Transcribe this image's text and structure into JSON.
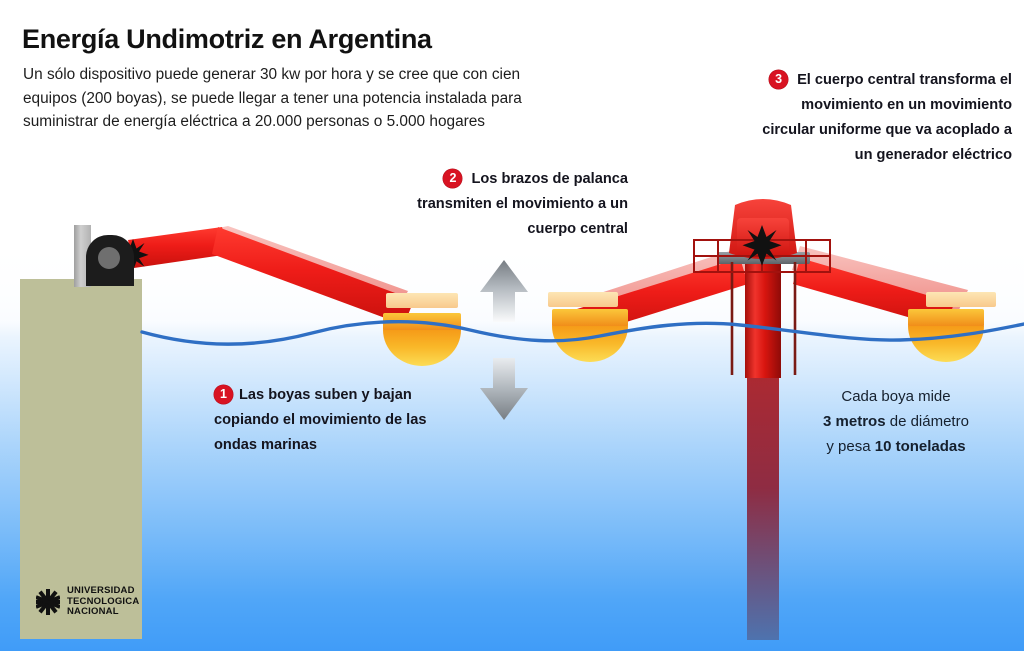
{
  "header": {
    "title": "Energía Undimotriz en Argentina",
    "subtitle": "Un sólo dispositivo puede generar 30 kw por hora y se cree que con cien equipos (200 boyas), se puede llegar a tener una potencia instalada para suministrar de energía eléctrica a 20.000 personas o 5.000 hogares"
  },
  "callouts": [
    {
      "number": "1",
      "text": "Las boyas suben y bajan copiando el movimiento de las ondas marinas"
    },
    {
      "number": "2",
      "text": "Los brazos de palanca transmiten el movimiento a un cuerpo central"
    },
    {
      "number": "3",
      "text": "El cuerpo central transforma el movimiento en un movimiento circular uniforme que va acoplado a un generador eléctrico"
    }
  ],
  "measurement": {
    "line1": "Cada boya mide",
    "line2_bold": "3 metros",
    "line2_rest": " de diámetro",
    "line3_rest": "y pesa ",
    "line3_bold": "10 toneladas"
  },
  "logo": {
    "line1": "UNIVERSIDAD",
    "line2": "TECNOLOGICA",
    "line3": "NACIONAL"
  },
  "colors": {
    "badge_red": "#d81322",
    "arm_red": "#ee1c18",
    "arm_ghost": "#f4a09b",
    "buoy_orange": "#f5a623",
    "buoy_yellow": "#fbd24a",
    "wave_blue": "#2f6fc4",
    "water_deep": "#409cf8",
    "pier_khaki": "#bdbf99",
    "arrow_gray": "#8d9297",
    "tower_red": "#e01b16"
  }
}
